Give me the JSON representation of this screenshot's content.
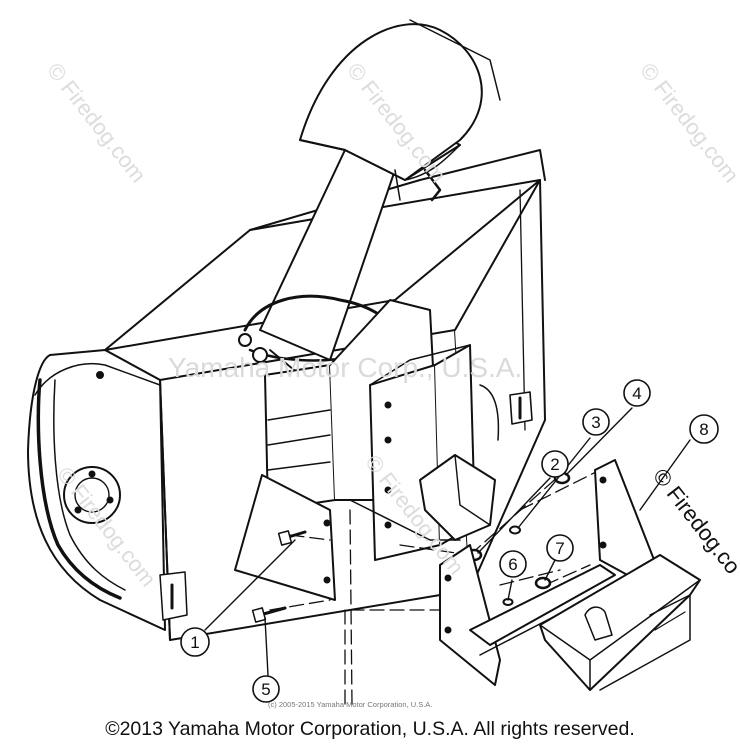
{
  "diagram": {
    "callouts": [
      {
        "id": "1",
        "label": "1"
      },
      {
        "id": "2",
        "label": "2"
      },
      {
        "id": "3",
        "label": "3"
      },
      {
        "id": "4",
        "label": "4"
      },
      {
        "id": "5",
        "label": "5"
      },
      {
        "id": "6",
        "label": "6"
      },
      {
        "id": "7",
        "label": "7"
      },
      {
        "id": "8",
        "label": "8"
      }
    ]
  },
  "watermarks": {
    "firedog": "© Firedog.com",
    "firedog_right": "© Firedog.co",
    "center": "Yamaha Motor Corp., U.S.A."
  },
  "footer": {
    "small_copyright": "(c) 2005-2015 Yamaha Motor Corporation, U.S.A.",
    "copyright": "©2013 Yamaha Motor Corporation, U.S.A. All rights reserved."
  }
}
